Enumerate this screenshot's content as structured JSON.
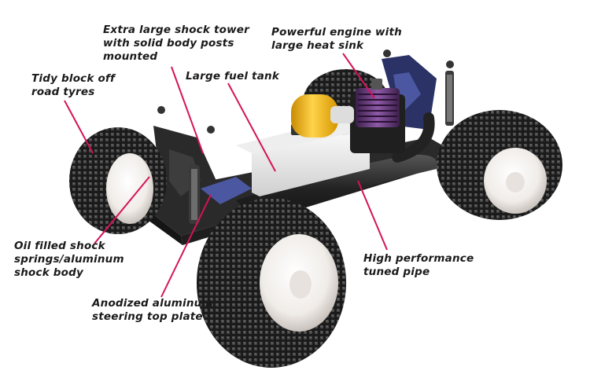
{
  "leader_color": "#d4145a",
  "callouts": {
    "shock_tower": {
      "lines": [
        "Extra large shock tower",
        "with solid body posts",
        "mounted"
      ]
    },
    "engine": {
      "lines": [
        "Powerful engine with",
        "large heat sink"
      ]
    },
    "tyres": {
      "lines": [
        "Tidy block off",
        "road  tyres"
      ]
    },
    "fuel_tank": {
      "lines": [
        "Large fuel tank"
      ]
    },
    "shock_body": {
      "lines": [
        "Oil filled shock",
        "springs/aluminum",
        "shock body"
      ]
    },
    "tuned_pipe": {
      "lines": [
        "High performance",
        "tuned pipe"
      ]
    },
    "steering_plate": {
      "lines": [
        "Anodized aluminum",
        "steering top plate"
      ]
    }
  }
}
